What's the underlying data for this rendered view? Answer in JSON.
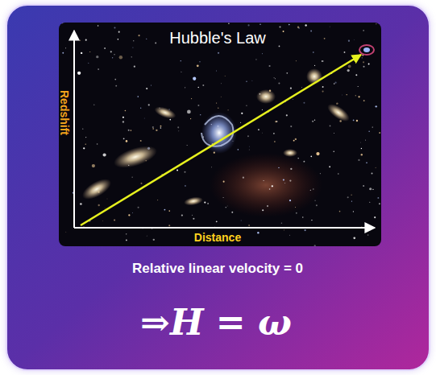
{
  "diagram": {
    "title": "Hubble's Law",
    "labels": [
      "Redshift",
      "Distance",
      "Relative linear velocity = 0",
      "⇒H = ω"
    ]
  }
}
